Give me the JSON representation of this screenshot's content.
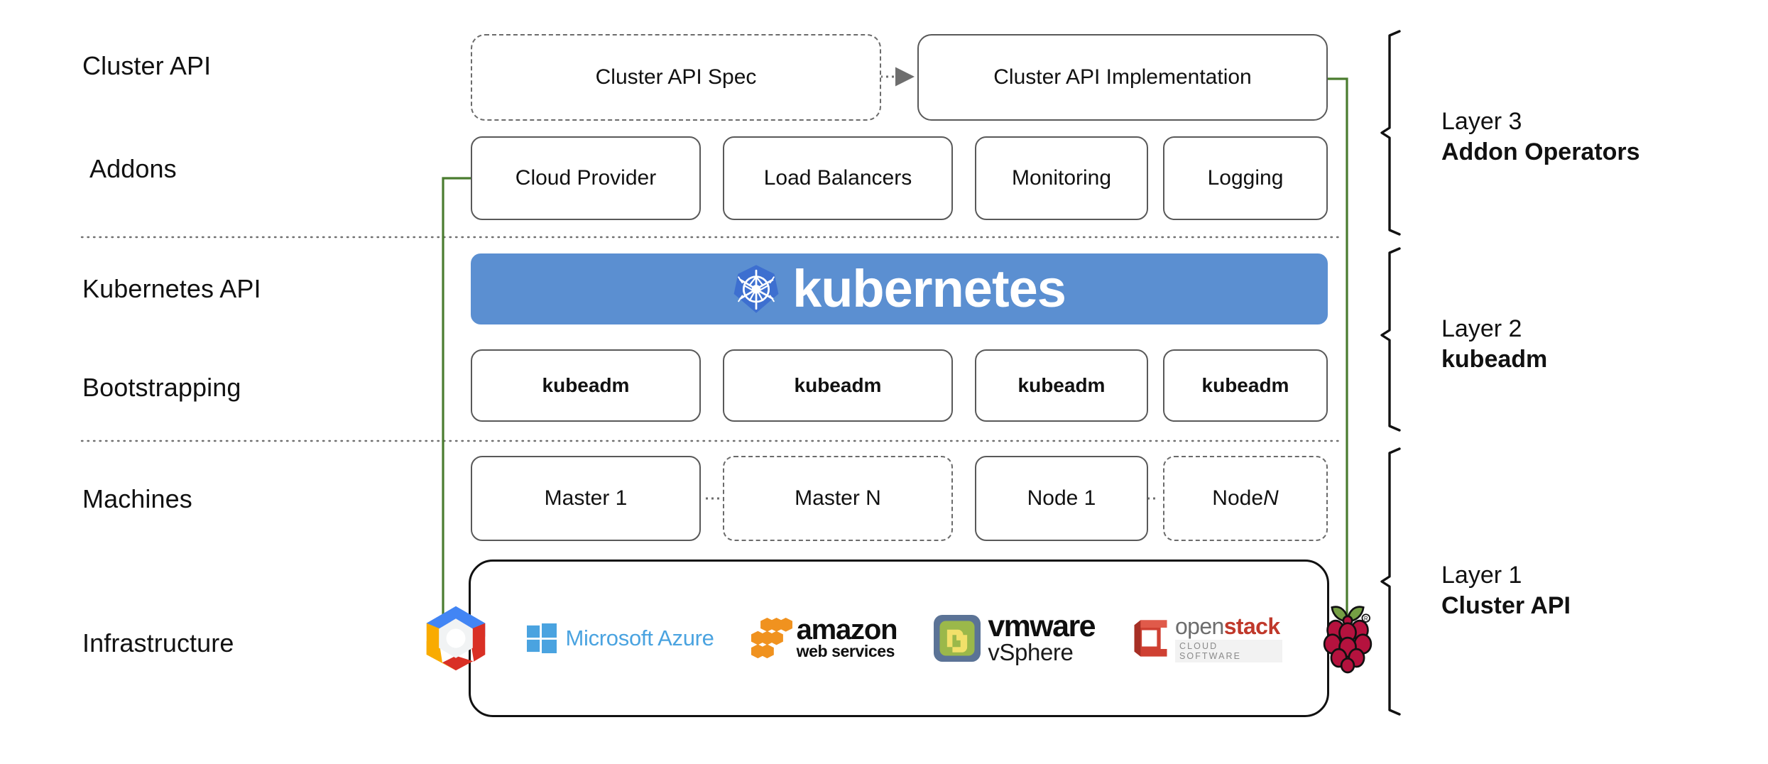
{
  "diagram": {
    "title": "Kubernetes Cluster API layered architecture",
    "accent_green": "#4a7c2f",
    "k8s_blue": "#5b8fd1",
    "k8s_logo_blue": "#3d6fd0"
  },
  "row_labels": [
    {
      "id": "cluster-api",
      "text": "Cluster API"
    },
    {
      "id": "addons",
      "text": "Addons"
    },
    {
      "id": "kubernetes-api",
      "text": "Kubernetes API"
    },
    {
      "id": "bootstrapping",
      "text": "Bootstrapping"
    },
    {
      "id": "machines",
      "text": "Machines"
    },
    {
      "id": "infrastructure",
      "text": "Infrastructure"
    }
  ],
  "cluster_api_row": {
    "spec": {
      "label": "Cluster API Spec",
      "style": "dashed"
    },
    "implementation": {
      "label": "Cluster API Implementation",
      "style": "solid"
    },
    "connector": "dotted-arrow"
  },
  "addons_row": [
    {
      "label": "Cloud Provider",
      "style": "solid"
    },
    {
      "label": "Load Balancers",
      "style": "solid"
    },
    {
      "label": "Monitoring",
      "style": "solid"
    },
    {
      "label": "Logging",
      "style": "solid"
    }
  ],
  "kubernetes_banner": {
    "wordmark": "kubernetes",
    "logo": "kubernetes-helm-logo"
  },
  "bootstrapping_row": [
    {
      "label": "kubeadm",
      "style": "solid"
    },
    {
      "label": "kubeadm",
      "style": "solid"
    },
    {
      "label": "kubeadm",
      "style": "solid"
    },
    {
      "label": "kubeadm",
      "style": "solid"
    }
  ],
  "machines_row": [
    {
      "label": "Master 1",
      "style": "solid",
      "italic_tail": ""
    },
    {
      "label": "Master N",
      "style": "dashed",
      "italic_tail": ""
    },
    {
      "label": "Node 1",
      "style": "solid",
      "italic_tail": ""
    },
    {
      "label": "Node ",
      "style": "dashed",
      "italic_tail": "N"
    }
  ],
  "infrastructure_row": {
    "logos": [
      {
        "name": "google-cloud-platform-logo",
        "text": ""
      },
      {
        "name": "microsoft-azure-logo",
        "text": "Microsoft Azure"
      },
      {
        "name": "amazon-web-services-logo",
        "text": "amazon",
        "sub": "web services"
      },
      {
        "name": "vmware-vsphere-logo",
        "text": "vmware",
        "sub": "vSphere"
      },
      {
        "name": "openstack-logo",
        "text": "open",
        "text2": "stack",
        "sub": "CLOUD SOFTWARE"
      },
      {
        "name": "raspberry-pi-logo",
        "text": ""
      }
    ]
  },
  "layers": [
    {
      "id": "layer-3",
      "name": "Layer 3",
      "subtitle": "Addon Operators"
    },
    {
      "id": "layer-2",
      "name": "Layer 2",
      "subtitle": "kubeadm"
    },
    {
      "id": "layer-1",
      "name": "Layer 1",
      "subtitle": "Cluster API"
    }
  ]
}
